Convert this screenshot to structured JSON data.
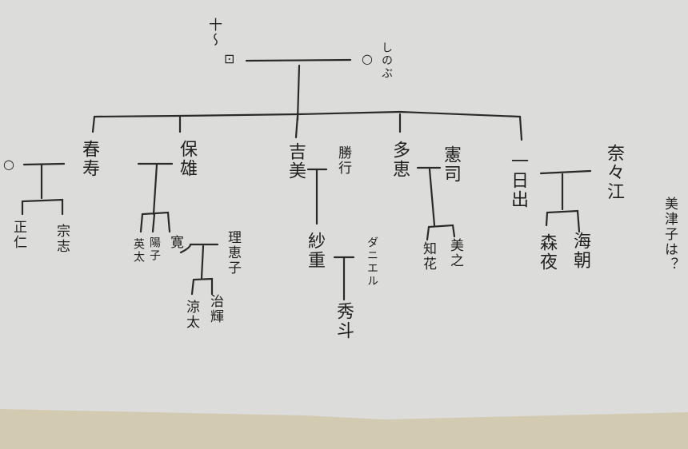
{
  "diagram": {
    "type": "family-tree",
    "medium": "handwritten on paper",
    "colors": {
      "paper": "#dcdcda",
      "ink": "#1f1f1f",
      "desk": "#d3cab2"
    },
    "root": {
      "husband": {
        "name": "十〜",
        "symbol": "square-dot"
      },
      "wife": {
        "name": "しのぶ",
        "symbol": "circle"
      }
    },
    "children": [
      {
        "name": "春寿",
        "spouse": "○",
        "children": [
          "正仁",
          "宗志"
        ]
      },
      {
        "name": "保雄",
        "children": [
          "英太",
          "陽子",
          "寛"
        ],
        "grandchildren_via": {
          "parent": "寛",
          "spouse": "理恵子",
          "children": [
            "涼太",
            "治輝"
          ]
        }
      },
      {
        "name": "吉美",
        "spouse": "勝行",
        "children": [
          "紗重"
        ],
        "grandchildren_via": {
          "parent": "紗重",
          "spouse": "ダニエル",
          "children": [
            "秀斗"
          ]
        }
      },
      {
        "name": "多恵",
        "spouse": "憲司",
        "children": [
          "知花",
          "美之"
        ]
      },
      {
        "name": "一日出",
        "spouse": "奈々江",
        "children": [
          "森夜",
          "海朝"
        ]
      }
    ],
    "note": "美津子は？"
  }
}
